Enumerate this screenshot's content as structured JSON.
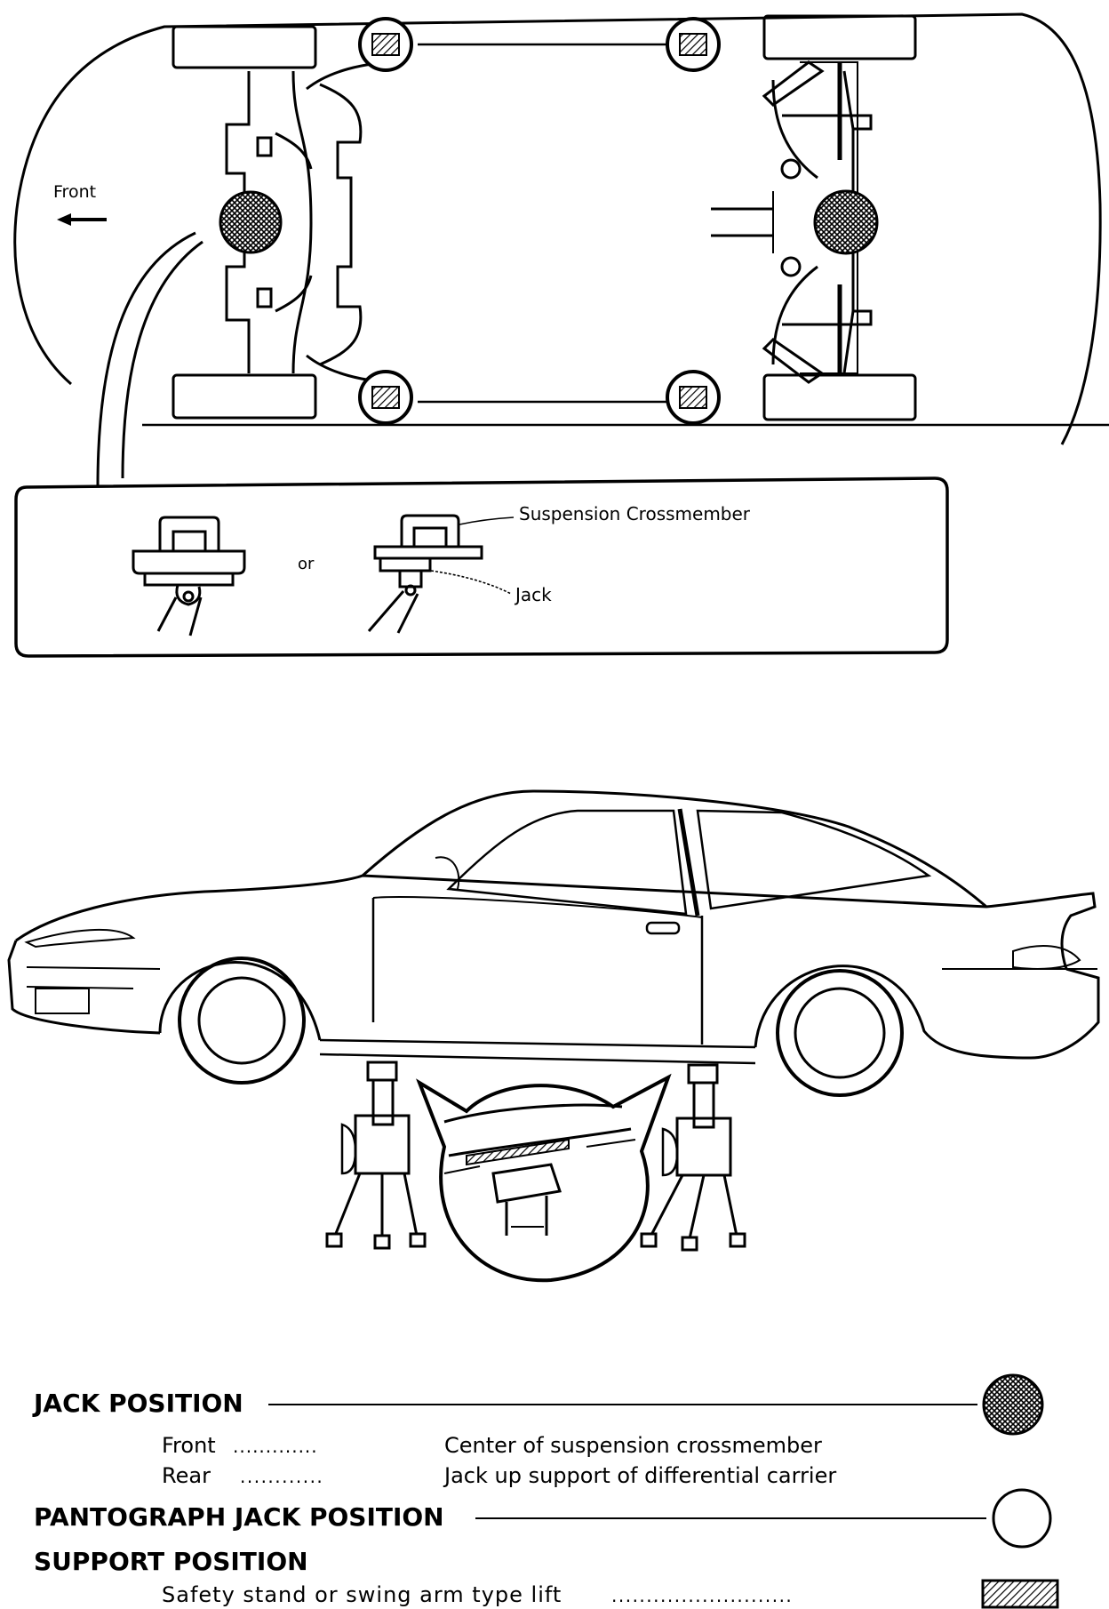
{
  "diagram": {
    "top_view": {
      "front_label": "Front"
    },
    "detail_box": {
      "or_label": "or",
      "crossmember_label": "Suspension Crossmember",
      "jack_label": "Jack"
    }
  },
  "legend": {
    "jack_position": {
      "title": "JACK POSITION",
      "rows": [
        {
          "key": "Front",
          "dots": ".............",
          "value": "Center of suspension crossmember"
        },
        {
          "key": "Rear",
          "dots": "............",
          "value": "Jack up support of differential carrier"
        }
      ],
      "symbol": "filled-hatched-circle"
    },
    "pantograph_jack_position": {
      "title": "PANTOGRAPH JACK POSITION",
      "symbol": "open-circle"
    },
    "support_position": {
      "title": "SUPPORT POSITION",
      "row": {
        "key": "Safety stand or swing arm type lift",
        "dots": ".........................."
      },
      "symbol": "hatched-square"
    }
  }
}
